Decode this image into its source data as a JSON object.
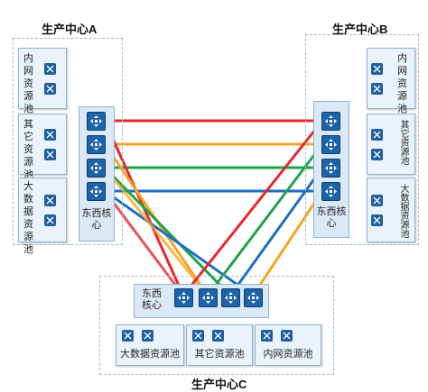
{
  "centers": {
    "a": {
      "title": "生产中心A"
    },
    "b": {
      "title": "生产中心B"
    },
    "c": {
      "title": "生产中心C"
    }
  },
  "core_label": "东西核心",
  "pools": {
    "a": [
      "内网资源池",
      "其它资源池",
      "大数据资源池"
    ],
    "b": [
      "内网资源池",
      "其它资源池",
      "大数据资源池"
    ],
    "c": [
      "大数据资源池",
      "其它资源池",
      "内网资源池"
    ]
  },
  "icons": {
    "pool_server": "cluster-node-icon",
    "core_switch": "router-switch-icon"
  },
  "colors": {
    "red": "#e8262a",
    "orange": "#f5a623",
    "green": "#1fa34a",
    "blue": "#1d6fc2",
    "switch": "#1d63a8",
    "pool_bg": "#eaf3fb",
    "core_bg": "#dbe9f7",
    "frame": "#9fb8cf"
  }
}
